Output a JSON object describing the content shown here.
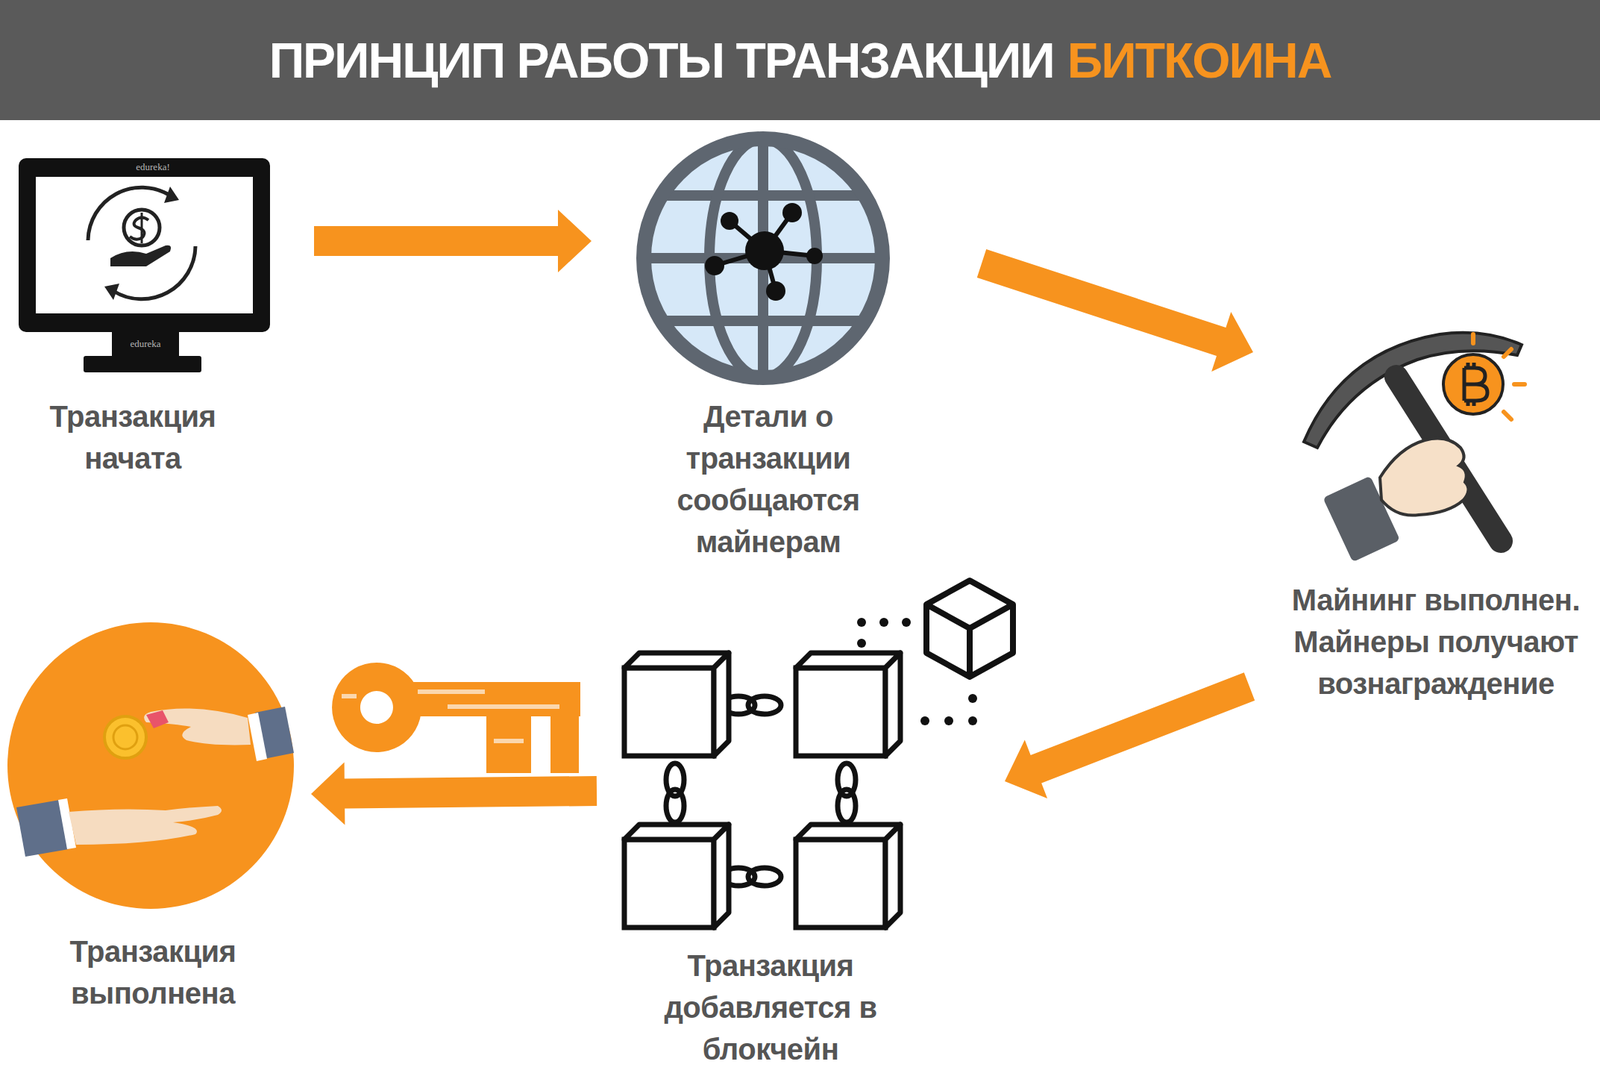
{
  "diagram": {
    "title": "ПРИНЦИП РАБОТЫ ТРАНЗАКЦИИ",
    "nodes": [
      {
        "text": [
          "Транзакция начата"
        ]
      },
      {
        "text": [
          "Детали о транзакции сообщаются майнерам"
        ]
      },
      {
        "text": [
          "Майнинг выполнен. Майнеры получают вознаграждение"
        ]
      },
      {
        "text": [
          "Транзакция добавляется в блокчейн"
        ]
      },
      {
        "text": [
          "Транзакция выполнена"
        ]
      }
    ],
    "edges": [
      {
        "from": 0,
        "to": 1,
        "arrow": "to"
      },
      {
        "from": 1,
        "to": 2,
        "arrow": "to"
      },
      {
        "from": 2,
        "to": 3,
        "arrow": "to"
      },
      {
        "from": 3,
        "to": 4,
        "arrow": "to"
      }
    ],
    "labels": [
      "БИТКОИНА",
      "edureka!",
      "edureka"
    ]
  }
}
